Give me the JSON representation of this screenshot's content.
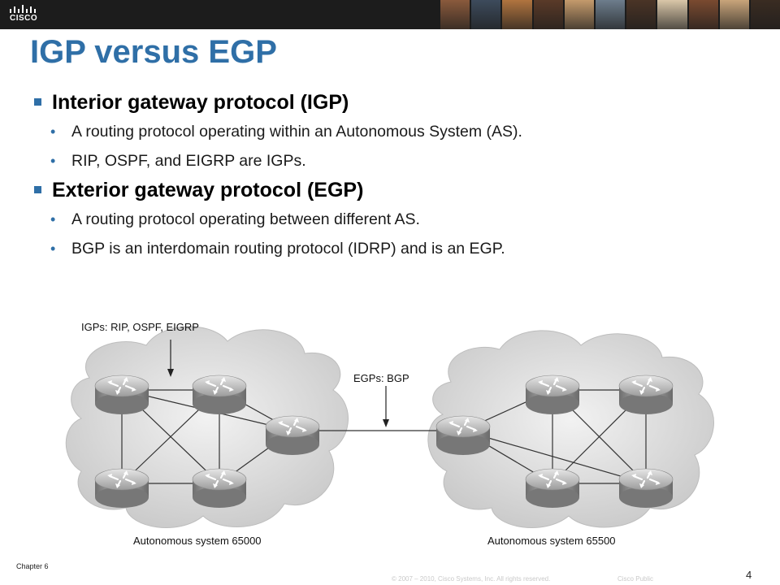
{
  "header": {
    "logo_text": "CISCO",
    "photo_colors": [
      "#8a5a3c",
      "#3d4b5c",
      "#b0743f",
      "#5a3a28",
      "#c49a6c",
      "#6d7d8c",
      "#4a3426",
      "#d9c6a8",
      "#7a4a30",
      "#c8a47a",
      "#3a2c22"
    ]
  },
  "slide": {
    "title": "IGP versus EGP",
    "sections": [
      {
        "heading": "Interior gateway protocol (IGP)",
        "items": [
          "A routing protocol operating within an Autonomous System (AS).",
          "RIP, OSPF, and EIGRP are IGPs."
        ]
      },
      {
        "heading": "Exterior gateway protocol (EGP)",
        "items": [
          "A routing protocol operating between different AS.",
          "BGP is an interdomain routing protocol (IDRP) and is an EGP."
        ]
      }
    ]
  },
  "diagram": {
    "igp_label": "IGPs: RIP, OSPF, EIGRP",
    "egp_label": "EGPs: BGP",
    "as_left": "Autonomous system 65000",
    "as_right": "Autonomous system 65500"
  },
  "footer": {
    "chapter": "Chapter 6",
    "copyright": "© 2007 – 2010, Cisco Systems, Inc. All rights reserved.",
    "classification": "Cisco Public",
    "page": "4"
  },
  "colors": {
    "title": "#2f6fa7",
    "cloud": "#d9d9d9",
    "router": "#9a9a9a"
  }
}
